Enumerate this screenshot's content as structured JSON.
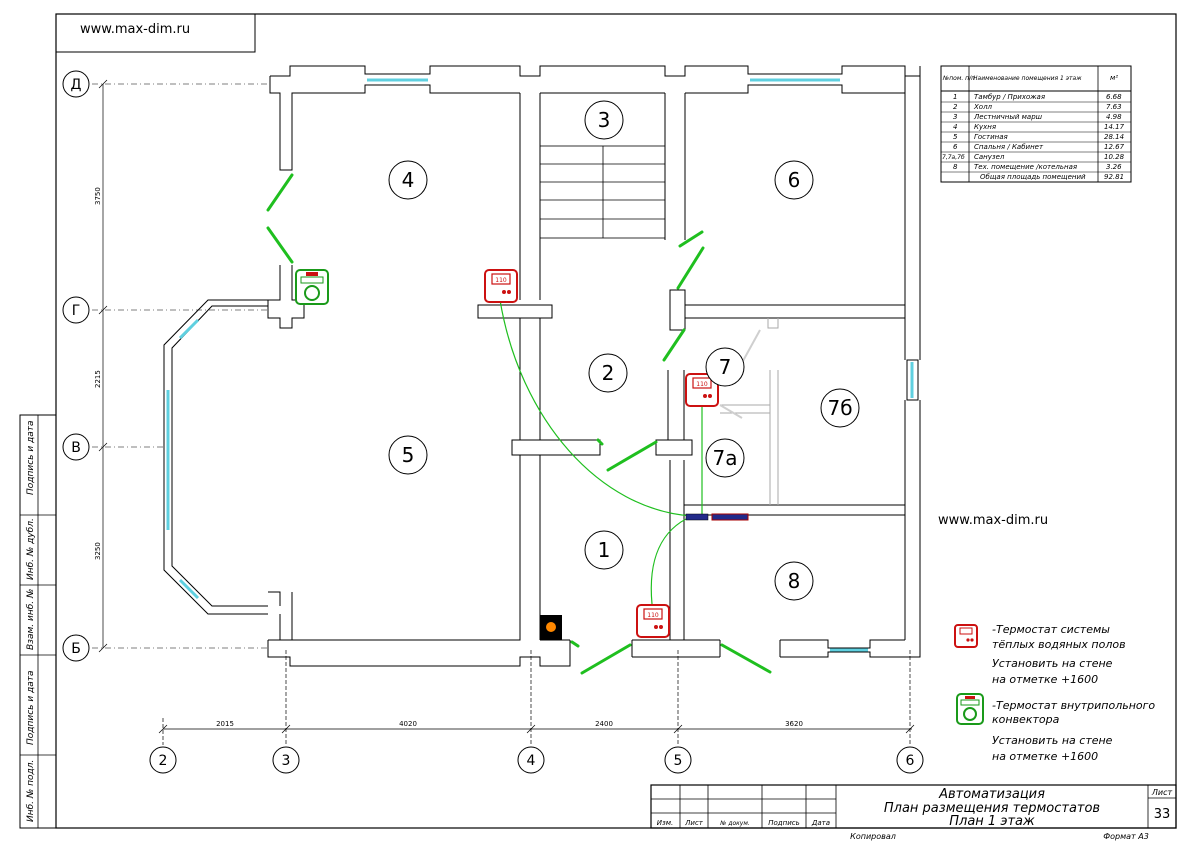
{
  "website": "www.max-dim.ru",
  "axes_letters": [
    "Д",
    "Г",
    "В",
    "Б"
  ],
  "axes_numbers": [
    "2",
    "3",
    "4",
    "5",
    "6"
  ],
  "vertical_dims": [
    "3750",
    "2215",
    "3250"
  ],
  "horizontal_dims": [
    "2015",
    "4020",
    "2400",
    "3620"
  ],
  "rooms": [
    "3",
    "4",
    "6",
    "2",
    "7",
    "7б",
    "5",
    "7а",
    "1",
    "8"
  ],
  "thermostat_label": "110",
  "rooms_table": {
    "header": {
      "num": "№пом. п/п",
      "name": "Наименование помещения 1 этаж",
      "area": "м²"
    },
    "rows": [
      {
        "num": "1",
        "name": "Тамбур / Прихожая",
        "area": "6.68"
      },
      {
        "num": "2",
        "name": "Холл",
        "area": "7.63"
      },
      {
        "num": "3",
        "name": "Лестничный марш",
        "area": "4.98"
      },
      {
        "num": "4",
        "name": "Кухня",
        "area": "14.17"
      },
      {
        "num": "5",
        "name": "Гостиная",
        "area": "28.14"
      },
      {
        "num": "6",
        "name": "Спальня / Кабинет",
        "area": "12.67"
      },
      {
        "num": "7,7а,7б",
        "name": "Санузел",
        "area": "10.28"
      },
      {
        "num": "8",
        "name": "Тех. помещение /котельная",
        "area": "3.26"
      }
    ],
    "total": {
      "name": "Общая площадь помещений",
      "area": "92.81"
    }
  },
  "legend": {
    "floor_line1": "-Термостат системы",
    "floor_line2": "тёплых водяных полов",
    "floor_line3": "Установить на стене",
    "floor_line4": "на отметке +1600",
    "conv_line1": "-Термостат внутрипольного",
    "conv_line2": "конвектора",
    "conv_line3": "Установить на стене",
    "conv_line4": "на отметке +1600"
  },
  "side_stamp": [
    "Подпись и дата",
    "Инб. № дубл.",
    "Взам. инб. №",
    "Подпись и дата",
    "Инб. № подл."
  ],
  "title_block": {
    "line1": "Автоматизация",
    "line2": "План размещения термостатов",
    "line3": "План 1 этаж",
    "sheet_label": "Лист",
    "sheet_number": "33",
    "cols": [
      "Изм.",
      "Лист",
      "№ докум.",
      "Подпись",
      "Дата"
    ],
    "copied": "Копировал",
    "format": "Формат А3"
  },
  "colors": {
    "wall": "#000000",
    "window": "#5fd0e0",
    "door": "#1fbf1f",
    "floor_thermostat": "#cc1111",
    "conv_thermostat": "#1a9a1a"
  }
}
